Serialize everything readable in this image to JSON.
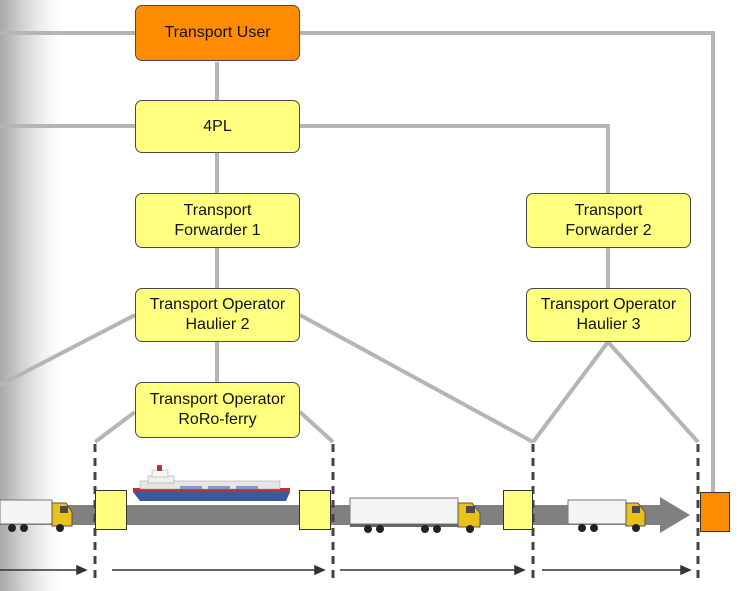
{
  "nodes": {
    "transport_user": "Transport User",
    "fourpl": "4PL",
    "forwarder1": "Transport\nForwarder 1",
    "forwarder2": "Transport\nForwarder 2",
    "haulier2": "Transport Operator\nHaulier 2",
    "haulier3": "Transport Operator\nHaulier 3",
    "roro": "Transport Operator\nRoRo-ferry"
  },
  "colors": {
    "box_fill": "#ffff80",
    "user_fill": "#ff8c00",
    "connector": "#b0b0b0",
    "arrow_band": "#808080"
  },
  "icons": [
    "truck-icon",
    "ferry-icon",
    "truck-icon",
    "truck-icon"
  ]
}
